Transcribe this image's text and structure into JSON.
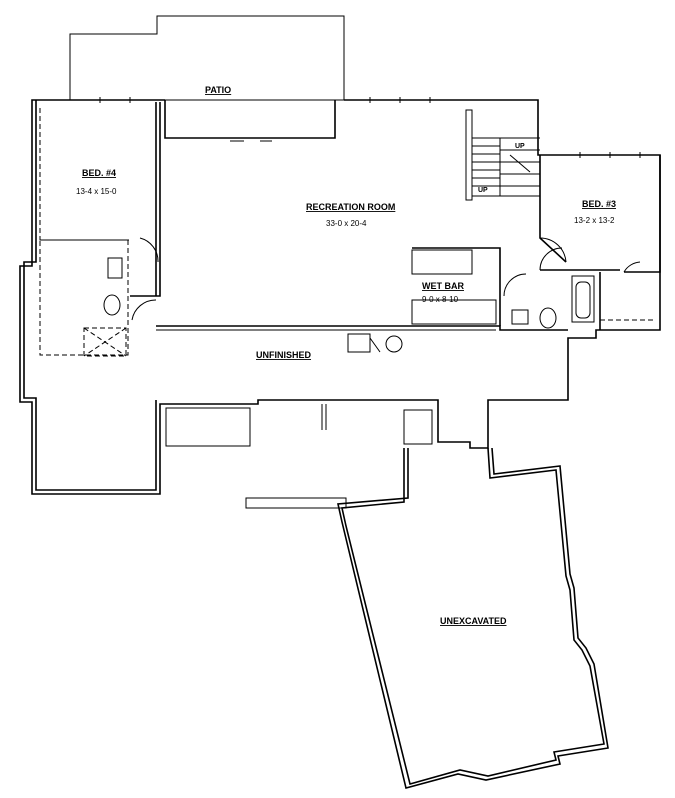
{
  "rooms": {
    "patio": {
      "name": "PATIO"
    },
    "bed4": {
      "name": "BED. #4",
      "dims": "13-4 x 15-0"
    },
    "recreation": {
      "name": "RECREATION ROOM",
      "dims": "33-0 x 20-4"
    },
    "bed3": {
      "name": "BED. #3",
      "dims": "13-2 x 13-2"
    },
    "wetbar": {
      "name": "WET BAR",
      "dims": "9-0 x 8-10"
    },
    "unfinished": {
      "name": "UNFINISHED"
    },
    "unexcavated": {
      "name": "UNEXCAVATED"
    }
  },
  "stairs": {
    "up_label_1": "UP",
    "up_label_2": "UP"
  }
}
